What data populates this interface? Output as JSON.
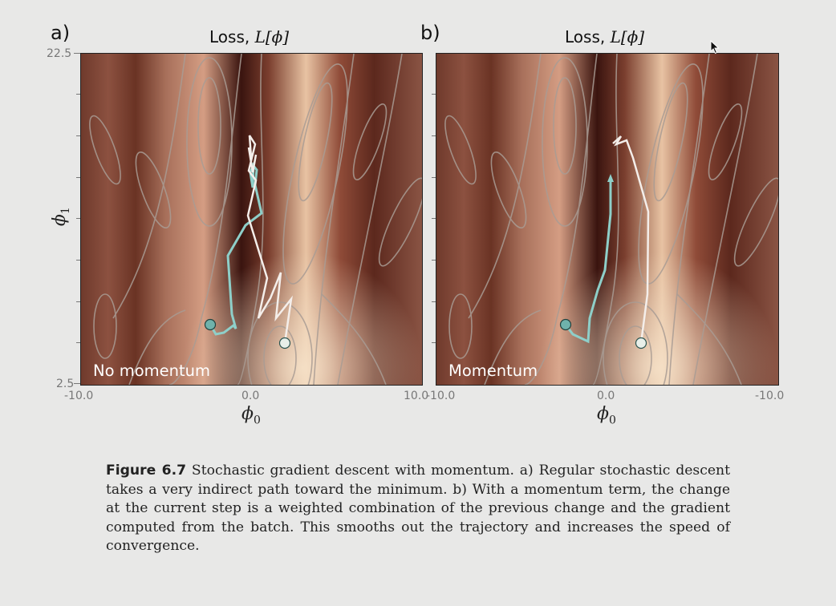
{
  "panels": [
    {
      "letter": "a)",
      "title_prefix": "Loss, ",
      "title_math": "L[ϕ]",
      "label": "No momentum",
      "x_ticks": [
        "-10.0",
        "0.0",
        "10.0"
      ],
      "y_ticks": [
        "22.5",
        "2.5"
      ],
      "x_label": "ϕ",
      "x_label_sub": "0",
      "y_label": "ϕ",
      "y_label_sub": "1"
    },
    {
      "letter": "b)",
      "title_prefix": "Loss, ",
      "title_math": "L[ϕ]",
      "label": "Momentum",
      "x_ticks": [
        "-10.0",
        "0.0",
        "-10.0"
      ],
      "x_label": "ϕ",
      "x_label_sub": "0"
    }
  ],
  "caption": {
    "figure_label": "Figure 6.7",
    "text": "Stochastic gradient descent with momentum. a) Regular stochastic descent takes a very indirect path toward the minimum. b) With a momentum term, the change at the current step is a weighted combination of the previous change and the gradient computed from the batch. This smooths out the trajectory and increases the speed of convergence."
  },
  "colors": {
    "path_teal": "#8ecfc9",
    "path_white": "#f4eeea",
    "dark_valley": "#2a0d0a",
    "light_ridge": "#f3dcc0"
  }
}
